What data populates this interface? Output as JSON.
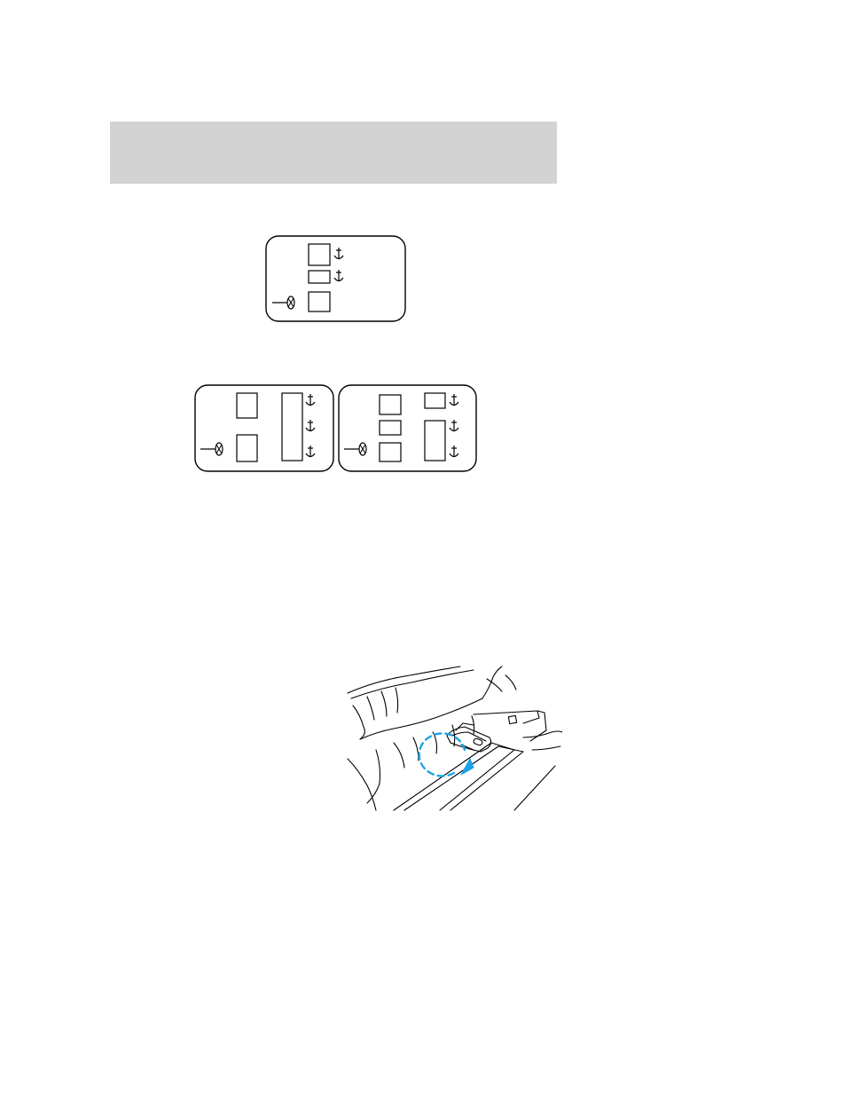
{
  "page": {
    "header_bar_color": "#d3d3d3",
    "line_color": "#000000",
    "accent_color": "#1aa3e8"
  },
  "diagrams": {
    "single_row": {
      "label": "seat-storage-row-diagram",
      "icons": [
        "anchor-icon",
        "anchor-icon",
        "lamp-icon"
      ]
    },
    "split_row_left": {
      "label": "seat-storage-split-left-diagram",
      "icons": [
        "lamp-icon",
        "anchor-icon",
        "anchor-icon",
        "anchor-icon"
      ]
    },
    "split_row_right": {
      "label": "seat-storage-split-right-diagram",
      "icons": [
        "lamp-icon",
        "anchor-icon",
        "anchor-icon",
        "anchor-icon"
      ]
    }
  },
  "illustration": {
    "label": "seat-latch-release-illustration",
    "arrow_color": "#1aa3e8",
    "icons": [
      "seat-latch-icon",
      "rotate-arrow-icon"
    ]
  }
}
